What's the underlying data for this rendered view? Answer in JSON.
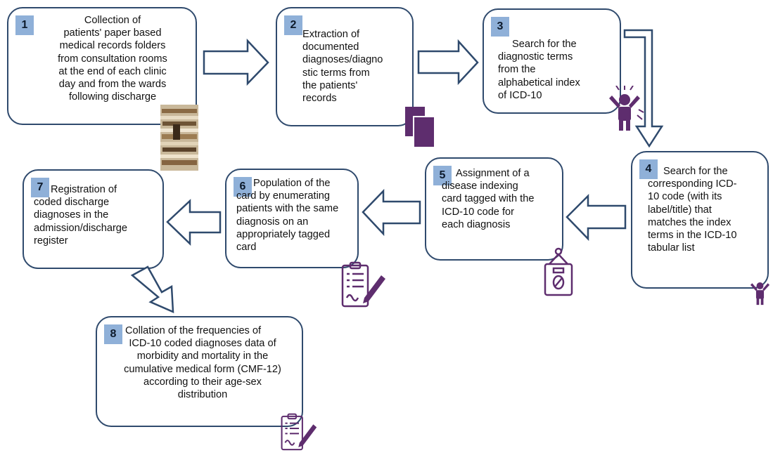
{
  "steps": [
    {
      "num": "1",
      "lines": [
        "Collection of",
        "patients' paper based",
        "medical records folders",
        "from consultation rooms",
        "at the end of each clinic",
        "day and from the wards",
        "following discharge"
      ]
    },
    {
      "num": "2",
      "lines": [
        "Extraction of",
        "documented",
        "diagnoses/diagno",
        "stic terms from",
        "the patients'",
        "records"
      ]
    },
    {
      "num": "3",
      "lines": [
        "Search for the",
        "diagnostic terms",
        "from the",
        "alphabetical index",
        "of ICD-10"
      ]
    },
    {
      "num": "4",
      "lines": [
        "Search for the",
        "corresponding ICD-",
        "10 code (with its",
        "label/title) that",
        "matches the index",
        "terms in the ICD-10",
        "tabular list"
      ]
    },
    {
      "num": "5",
      "lines": [
        "Assignment of a",
        "disease indexing",
        "card tagged with the",
        "ICD-10 code for",
        "each diagnosis"
      ]
    },
    {
      "num": "6",
      "lines": [
        "Population of the",
        "card by enumerating",
        "patients with the same",
        "diagnosis on an",
        "appropriately tagged",
        "card"
      ]
    },
    {
      "num": "7",
      "lines": [
        "Registration of",
        "coded discharge",
        "diagnoses in the",
        "admission/discharge",
        "register"
      ]
    },
    {
      "num": "8",
      "lines": [
        "Collation of the frequencies of",
        "ICD-10 coded diagnoses data of",
        "morbidity and mortality in the",
        "cumulative medical form (CMF-12)",
        "according to their age-sex",
        "distribution"
      ]
    }
  ],
  "colors": {
    "border": "#2f4a6d",
    "badge": "#8fb0d8",
    "icon": "#5e2d6e"
  },
  "icons": [
    "paper-stack-image",
    "documents-icon",
    "frustrated-person-icon",
    "frustrated-person-icon",
    "hanging-tag-icon",
    "checklist-pen-icon",
    "checklist-pen-icon"
  ]
}
